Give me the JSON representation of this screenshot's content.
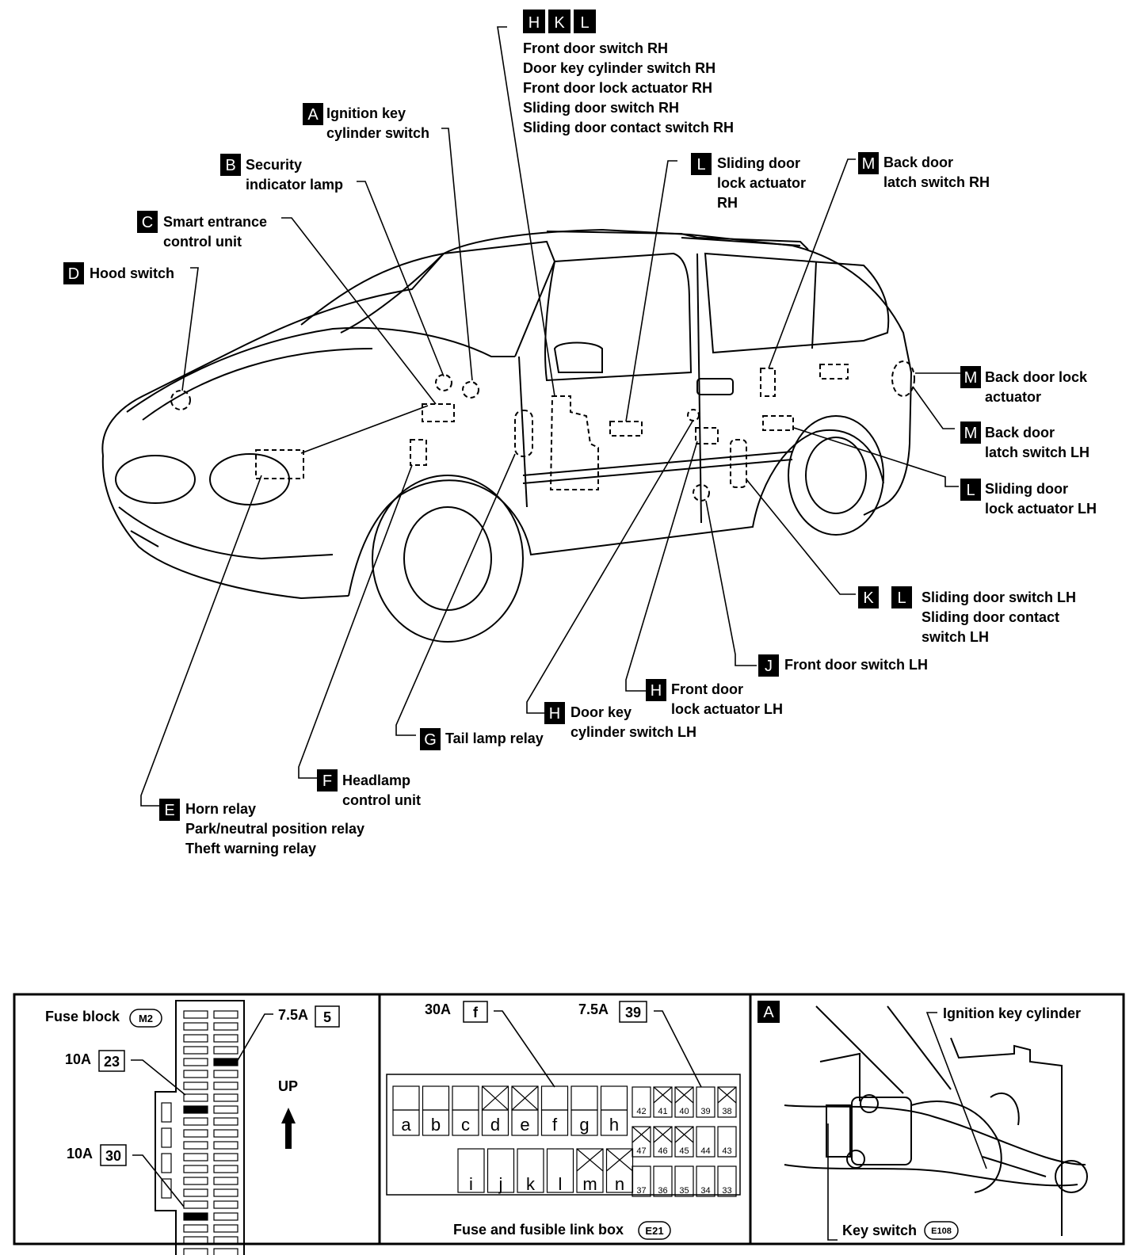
{
  "top_badges": [
    "H",
    "K",
    "L"
  ],
  "hkl_rh_lines": [
    "Front door switch RH",
    "Door key cylinder switch RH",
    "Front door lock actuator RH",
    "Sliding door switch RH",
    "Sliding door contact switch RH"
  ],
  "A": {
    "badge": "A",
    "lines": [
      "Ignition key",
      "cylinder switch"
    ]
  },
  "B": {
    "badge": "B",
    "lines": [
      "Security",
      "indicator lamp"
    ]
  },
  "C": {
    "badge": "C",
    "lines": [
      "Smart entrance",
      "control unit"
    ]
  },
  "D": {
    "badge": "D",
    "lines": [
      "Hood switch"
    ]
  },
  "L_rh": {
    "badge": "L",
    "lines": [
      "Sliding door",
      "lock actuator",
      "RH"
    ]
  },
  "M_rh": {
    "badge": "M",
    "lines": [
      "Back door",
      "latch switch RH"
    ]
  },
  "M_act": {
    "badge": "M",
    "lines": [
      "Back door lock",
      "actuator"
    ]
  },
  "M_lh": {
    "badge": "M",
    "lines": [
      "Back door",
      "latch switch LH"
    ]
  },
  "L_lh": {
    "badge": "L",
    "lines": [
      "Sliding door",
      "lock actuator LH"
    ]
  },
  "KL_lh": {
    "badges": [
      "K",
      "L"
    ],
    "lines": [
      "Sliding door switch LH",
      "Sliding door contact",
      "switch LH"
    ]
  },
  "J": {
    "badge": "J",
    "lines": [
      "Front door switch LH"
    ]
  },
  "H_front": {
    "badge": "H",
    "lines": [
      "Front door",
      "lock actuator LH"
    ]
  },
  "H_key": {
    "badge": "H",
    "lines": [
      "Door key",
      "cylinder switch LH"
    ]
  },
  "G": {
    "badge": "G",
    "lines": [
      "Tail lamp relay"
    ]
  },
  "F": {
    "badge": "F",
    "lines": [
      "Headlamp",
      "control unit"
    ]
  },
  "E": {
    "badge": "E",
    "lines": [
      "Horn relay",
      "Park/neutral position relay",
      "Theft warning relay"
    ]
  },
  "fuse_block": {
    "title": "Fuse block",
    "connector": "M2",
    "fuse_5": {
      "amp": "7.5A",
      "num": "5"
    },
    "fuse_23": {
      "amp": "10A",
      "num": "23"
    },
    "fuse_30": {
      "amp": "10A",
      "num": "30"
    },
    "up_label": "UP"
  },
  "fusible_link_box": {
    "title": "Fuse and fusible link box",
    "connector": "E21",
    "fuse_f": {
      "amp": "30A",
      "num": "f"
    },
    "fuse_39": {
      "amp": "7.5A",
      "num": "39"
    },
    "top_letters": [
      "a",
      "b",
      "c",
      "d",
      "e",
      "f",
      "g",
      "h"
    ],
    "bottom_letters": [
      "i",
      "j",
      "k",
      "l",
      "m",
      "n"
    ],
    "row1_nums": [
      "42",
      "41",
      "40",
      "39",
      "38"
    ],
    "row2_nums": [
      "47",
      "46",
      "45",
      "44",
      "43"
    ],
    "row3_nums": [
      "37",
      "36",
      "35",
      "34",
      "33"
    ]
  },
  "key_panel": {
    "badge": "A",
    "ignition_label": "Ignition key cylinder",
    "key_switch_label": "Key switch",
    "connector": "E108"
  }
}
